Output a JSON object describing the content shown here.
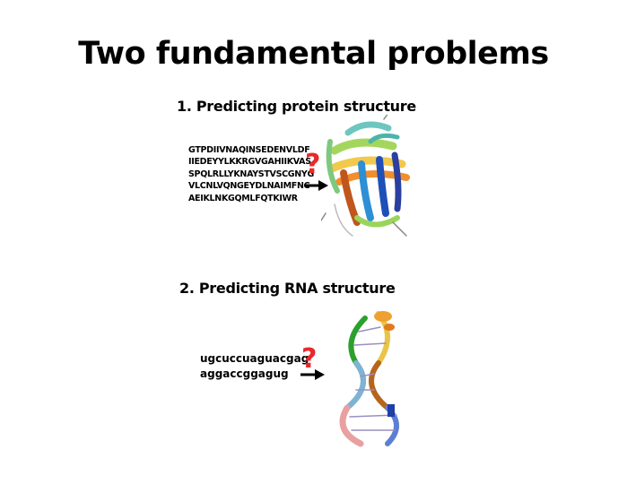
{
  "slide": {
    "title": "Two fundamental problems",
    "problems": [
      {
        "heading": "1. Predicting protein structure",
        "sequence_lines": [
          "GTPDIIVNAQINSEDENVLDF",
          "IIEDEYYLKKRGVGAHIIKVAS",
          "SPQLRLLYKNAYSTVSCGNYG",
          "VLCNLVQNGEYDLNAIMFNC",
          "AEIKLNKGQMLFQTKIWR"
        ],
        "question_mark": "?"
      },
      {
        "heading": "2. Predicting RNA structure",
        "sequence_lines": [
          "ugcuccuaguacgag",
          "aggaccggagug"
        ],
        "question_mark": "?"
      }
    ],
    "colors": {
      "question": "#e8282b"
    }
  }
}
